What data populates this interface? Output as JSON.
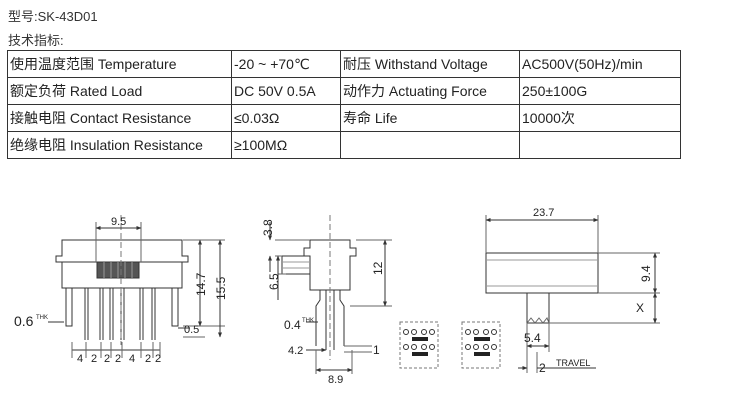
{
  "model_label": "型号:SK-43D01",
  "spec_heading": "技术指标:",
  "specs": [
    [
      "使用温度范围 Temperature",
      "-20 ~ +70℃",
      "耐压 Withstand Voltage",
      "AC500V(50Hz)/min"
    ],
    [
      "额定负荷 Rated Load",
      "DC 50V 0.5A",
      "动作力 Actuating Force",
      "250±100G"
    ],
    [
      "接触电阻 Contact Resistance",
      "≤0.03Ω",
      "寿命 Life",
      "10000次"
    ],
    [
      "绝缘电阻 Insulation Resistance",
      "≥100MΩ",
      "",
      ""
    ]
  ],
  "front_view": {
    "dim_top": "9.5",
    "dim_height_inner": "14.7",
    "dim_height_outer": "15.5",
    "dim_thk_value": "0.6",
    "dim_thk_label": "THK",
    "dim_pin_offset": "0.5",
    "pitch_labels": [
      "4",
      "2",
      "2",
      "2",
      "4",
      "2",
      "2"
    ]
  },
  "side_view": {
    "dim_actuator": "3.8",
    "dim_body": "6.5",
    "dim_total": "12",
    "dim_thk_value": "0.4",
    "dim_thk_label": "THK",
    "dim_pin_spacing": "4.2",
    "dim_pin_len": "1",
    "dim_base": "8.9"
  },
  "top_view": {
    "dim_length": "23.7",
    "dim_height": "9.4",
    "dim_x": "X",
    "dim_actuator_width": "5.4",
    "dim_travel_value": "2",
    "dim_travel_label": "TRAVEL"
  }
}
